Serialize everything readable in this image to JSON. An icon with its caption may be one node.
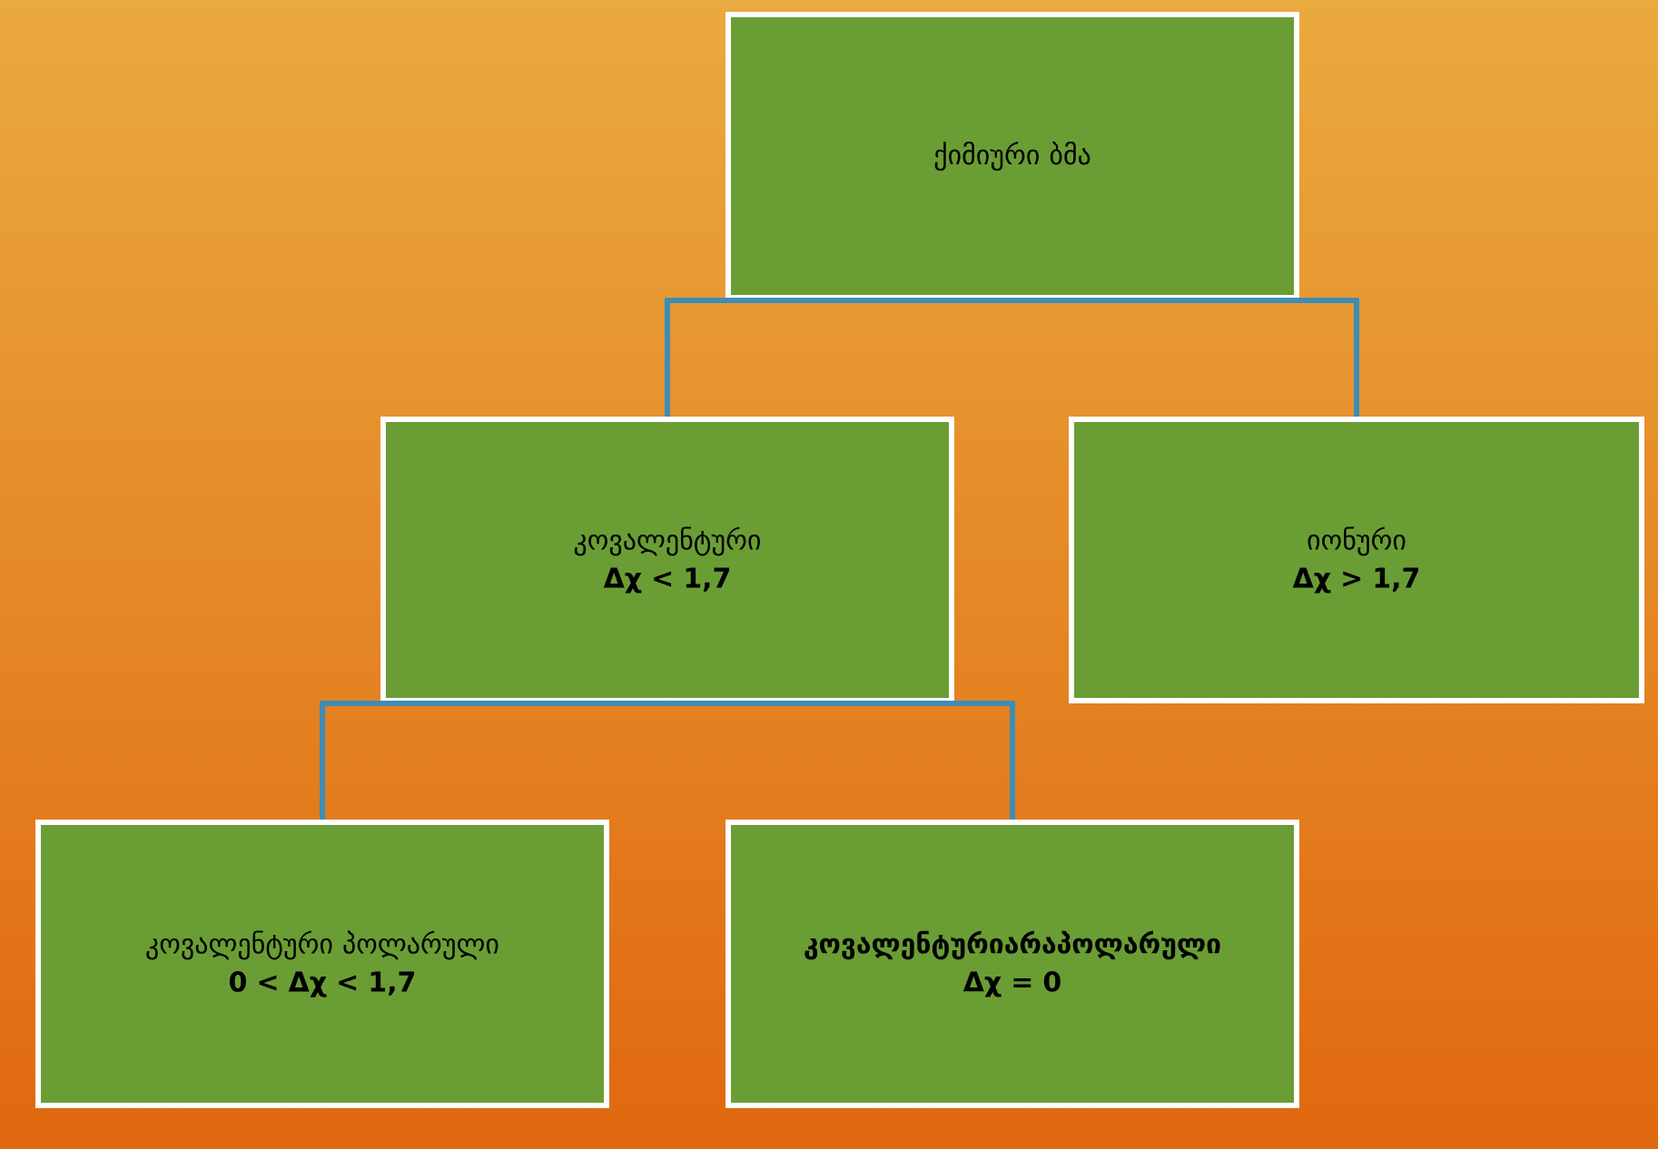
{
  "diagram": {
    "nodes": [
      {
        "text": [
          "ქიმიური ბმა"
        ]
      },
      {
        "text": [
          "კოვალენტური",
          "Δχ < 1,7"
        ]
      },
      {
        "text": [
          "იონური",
          "Δχ > 1,7"
        ]
      },
      {
        "text": [
          "კოვალენტური პოლარული",
          "0 < Δχ < 1,7"
        ]
      },
      {
        "text": [
          "კოვალენტურიარაპოლარული",
          "Δχ = 0"
        ]
      }
    ],
    "edges": [
      {
        "from": 0,
        "to": 1,
        "arrow": "none"
      },
      {
        "from": 0,
        "to": 2,
        "arrow": "none"
      },
      {
        "from": 1,
        "to": 3,
        "arrow": "none"
      },
      {
        "from": 1,
        "to": 4,
        "arrow": "none"
      }
    ]
  }
}
